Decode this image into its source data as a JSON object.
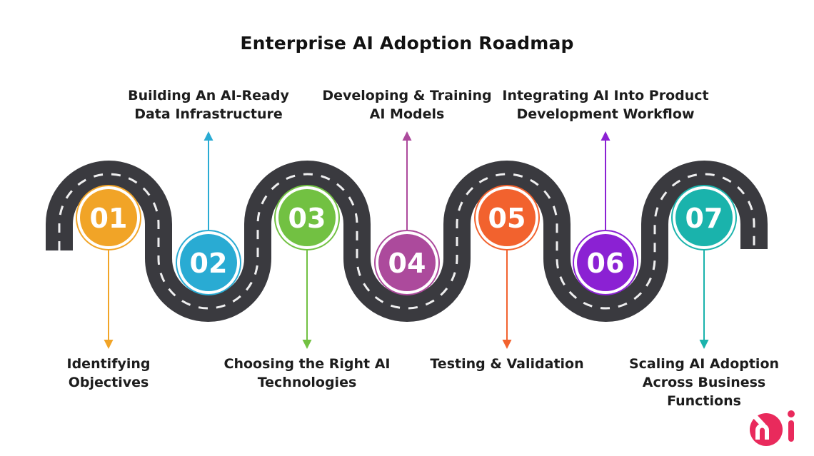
{
  "title": "Enterprise AI Adoption Roadmap",
  "road": {
    "color": "#3A3A3F",
    "center_dash_color": "#FFFFFF"
  },
  "text_color": "#1C1C1C",
  "steps": [
    {
      "num": "01",
      "color": "#F1A427",
      "side": "bottom",
      "lines": [
        "Identifying",
        "Objectives"
      ]
    },
    {
      "num": "02",
      "color": "#29ABD3",
      "side": "top",
      "lines": [
        "Building An AI-Ready",
        "Data Infrastructure"
      ]
    },
    {
      "num": "03",
      "color": "#72C142",
      "side": "bottom",
      "lines": [
        "Choosing the Right AI",
        "Technologies"
      ]
    },
    {
      "num": "04",
      "color": "#AC4A9C",
      "side": "top",
      "lines": [
        "Developing & Training",
        "AI Models"
      ]
    },
    {
      "num": "05",
      "color": "#F2622E",
      "side": "bottom",
      "lines": [
        "Testing & Validation"
      ]
    },
    {
      "num": "06",
      "color": "#8B21D3",
      "side": "top",
      "lines": [
        "Integrating AI Into Product",
        "Development Workflow"
      ]
    },
    {
      "num": "07",
      "color": "#1AB3AC",
      "side": "bottom",
      "lines": [
        "Scaling AI Adoption",
        "Across Business",
        "Functions"
      ]
    }
  ],
  "logo": {
    "color": "#E92A5C"
  }
}
